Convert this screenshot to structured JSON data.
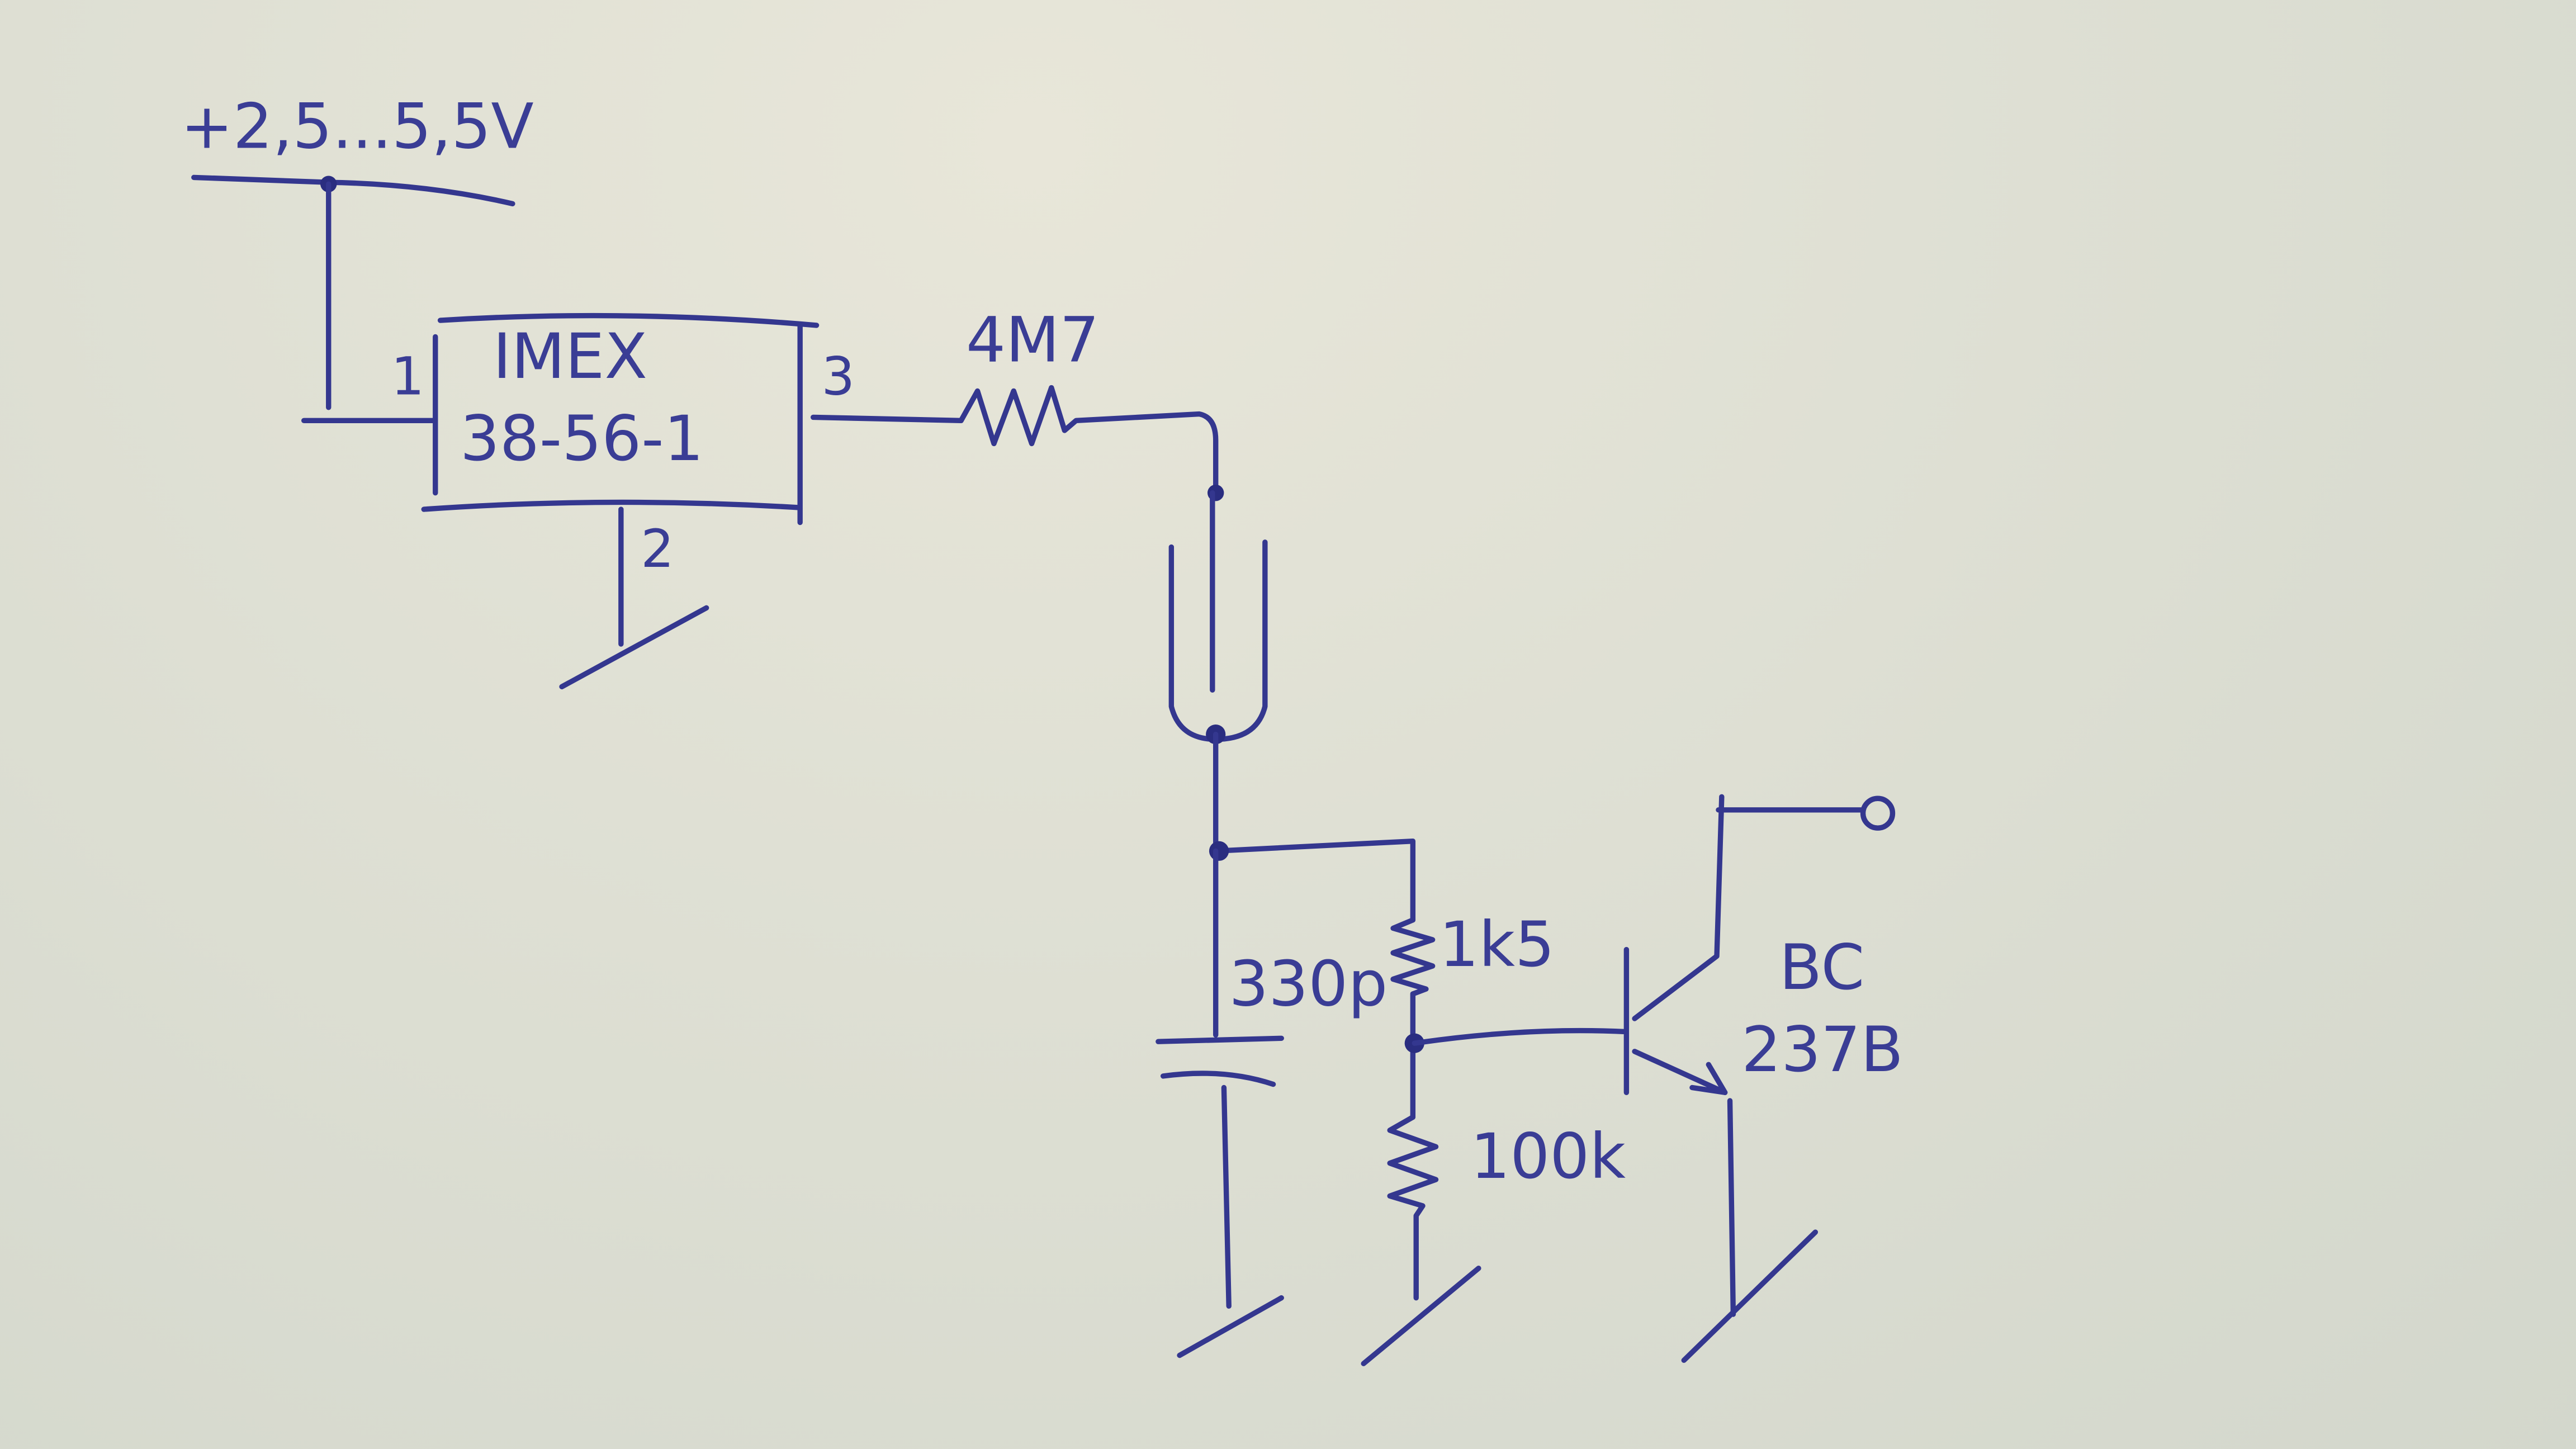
{
  "supply": {
    "label": "+2,5...5,5V"
  },
  "ic": {
    "name": "IMEX",
    "part": "38-56-1",
    "pins": {
      "pin1": "1",
      "pin2": "2",
      "pin3": "3"
    }
  },
  "resistor_series": {
    "value": "4M7"
  },
  "resistor_top": {
    "value": "1k5"
  },
  "resistor_bottom": {
    "value": "100k"
  },
  "capacitor": {
    "value": "330p"
  },
  "transistor": {
    "line1": "BC",
    "line2": "237B"
  },
  "colors": {
    "ink": "#34378f",
    "paper": "#dfe0d4"
  }
}
